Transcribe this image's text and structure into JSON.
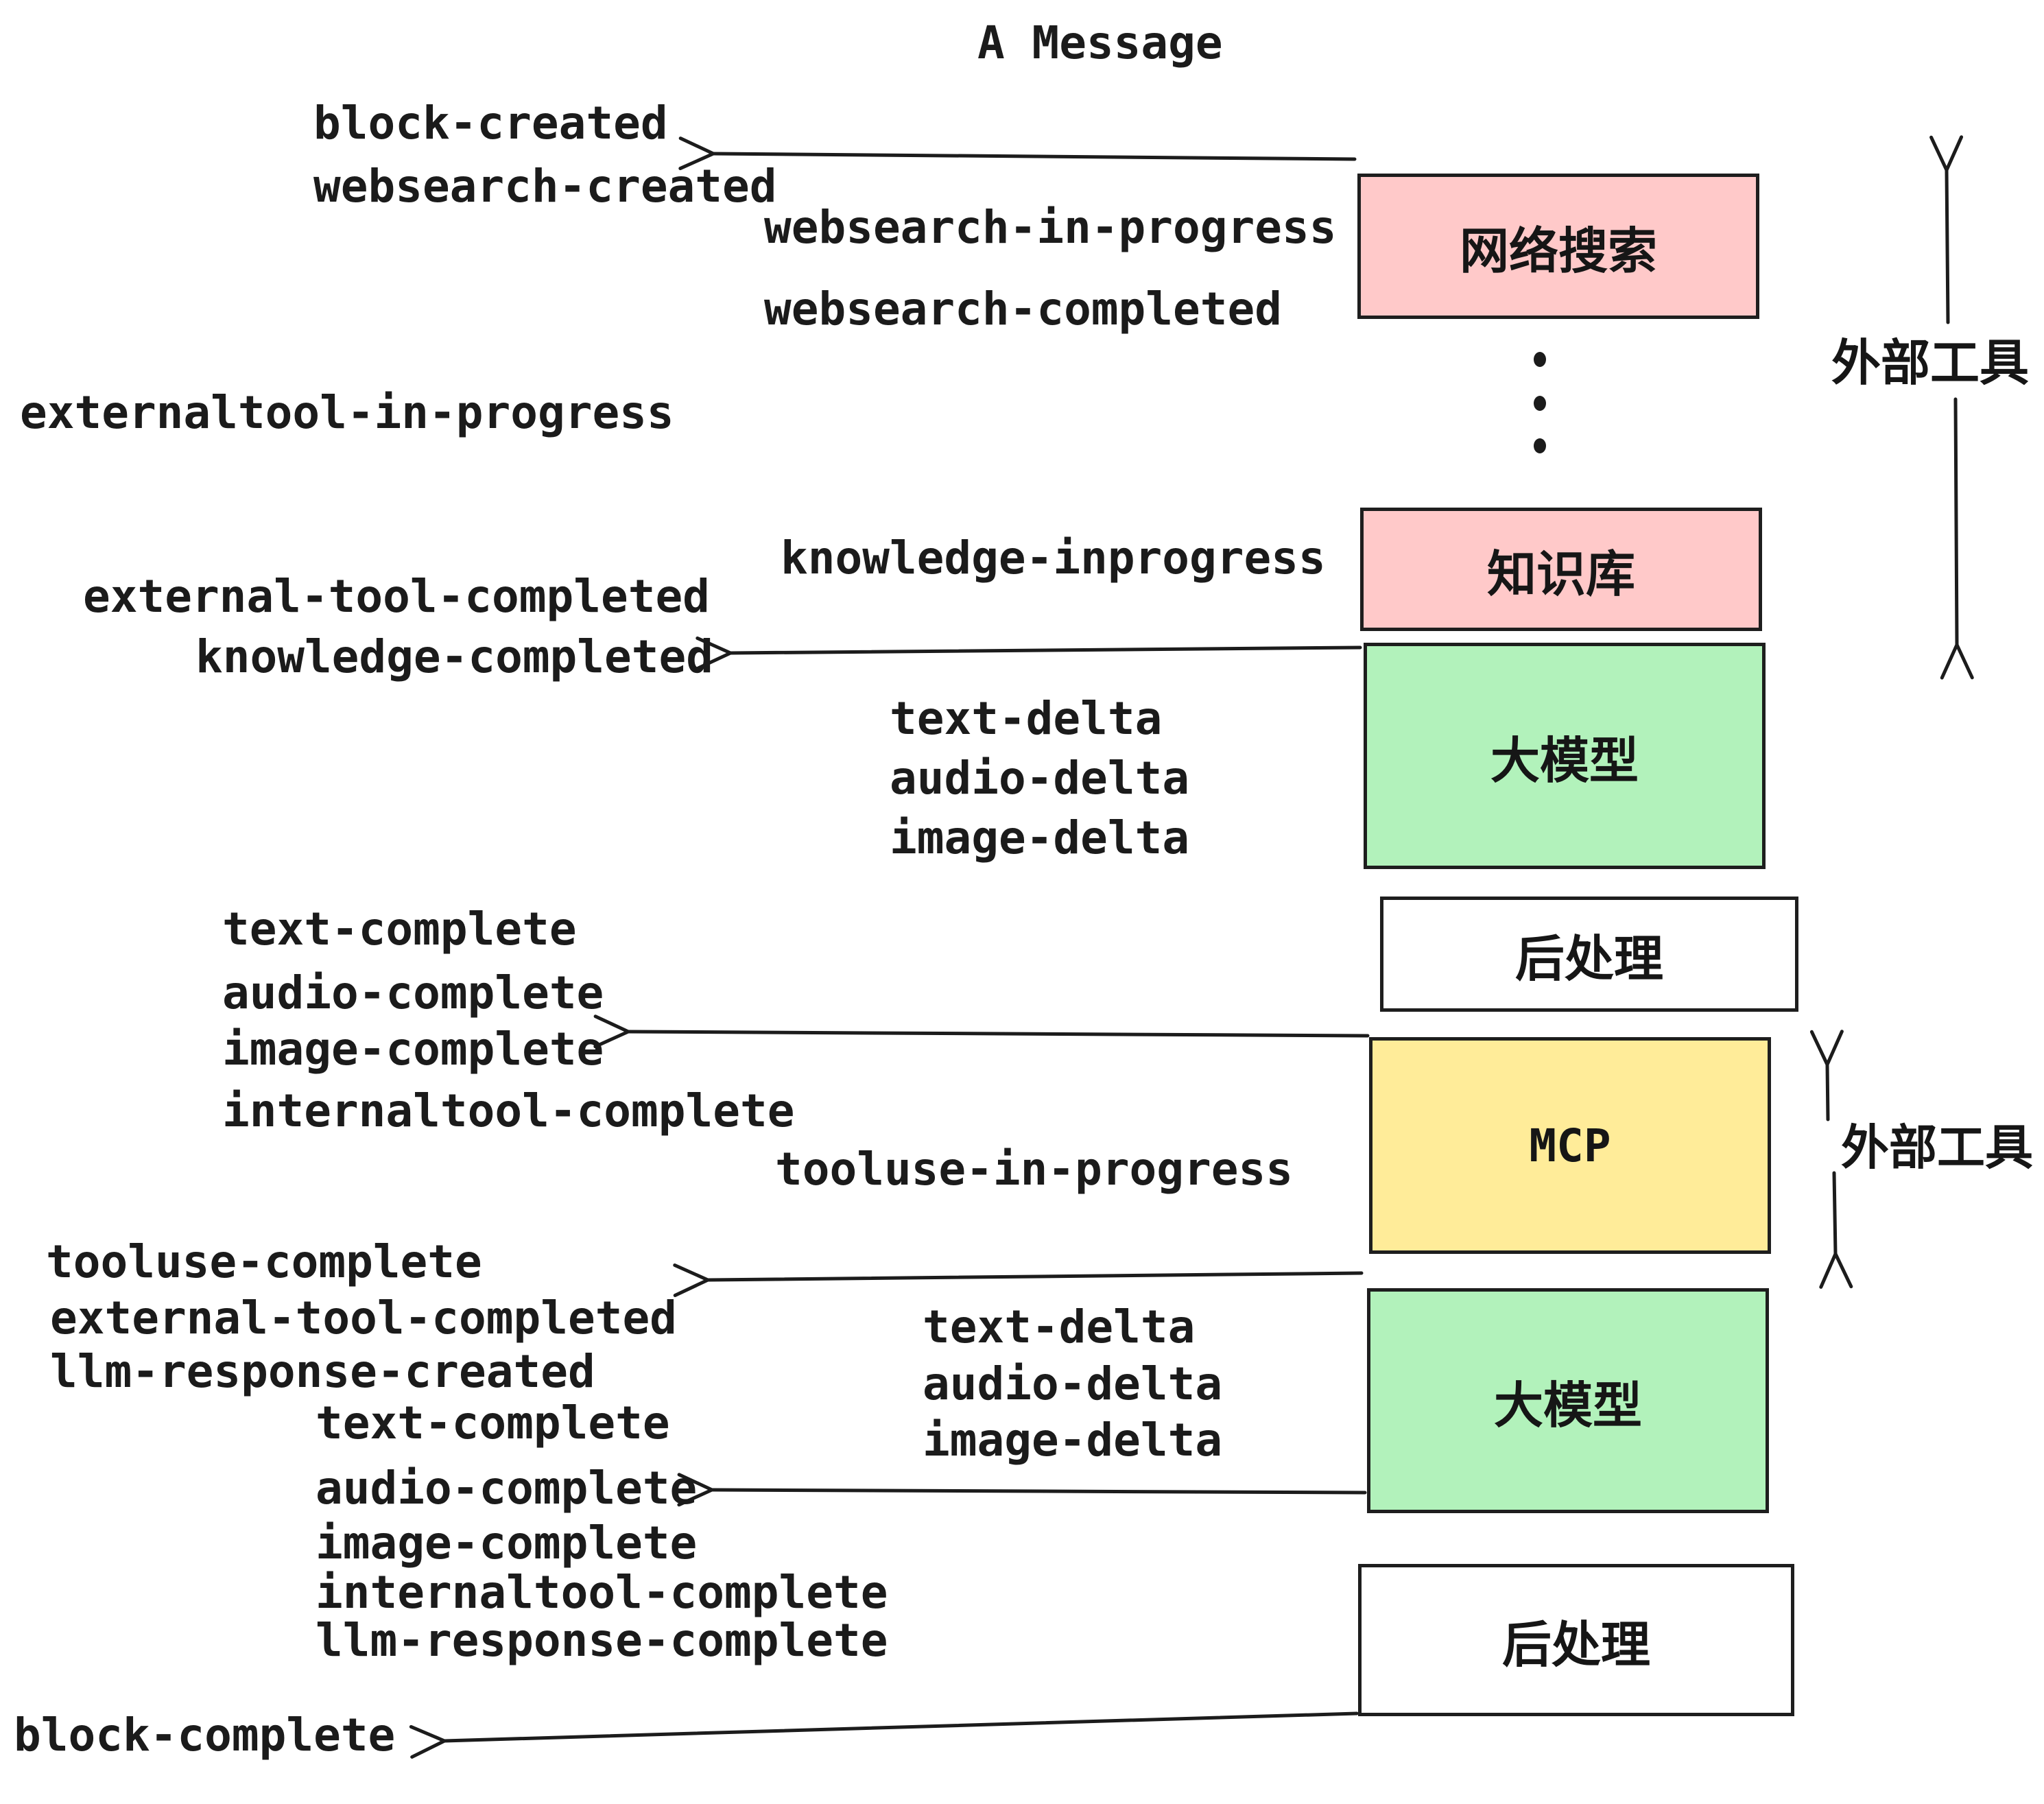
{
  "title": "A Message",
  "colors": {
    "pink": "#ffc9c9",
    "green": "#b2f2bb",
    "yellow": "#ffec99",
    "white": "#ffffff",
    "stroke": "#1e1e1e",
    "arrow": "#1c1c1c"
  },
  "boxes": {
    "websearch": "网络搜索",
    "knowledge": "知识库",
    "llm": "大模型",
    "postprocess": "后处理",
    "mcp": "MCP"
  },
  "side_labels": {
    "external_tools": "外部工具"
  },
  "events": {
    "block_created": "block-created",
    "websearch_created": "websearch-created",
    "websearch_in_progress": "websearch-in-progress",
    "websearch_completed": "websearch-completed",
    "externaltool_in_progress": "externaltool-in-progress",
    "knowledge_inprogress": "knowledge-inprogress",
    "external_tool_completed": "external-tool-completed",
    "knowledge_completed": "knowledge-completed",
    "text_delta": "text-delta",
    "audio_delta": "audio-delta",
    "image_delta": "image-delta",
    "text_complete": "text-complete",
    "audio_complete": "audio-complete",
    "image_complete": "image-complete",
    "internaltool_complete": "internaltool-complete",
    "tooluse_in_progress": "tooluse-in-progress",
    "tooluse_complete": "tooluse-complete",
    "llm_response_created": "llm-response-created",
    "llm_response_complete": "llm-response-complete",
    "block_complete": "block-complete"
  }
}
